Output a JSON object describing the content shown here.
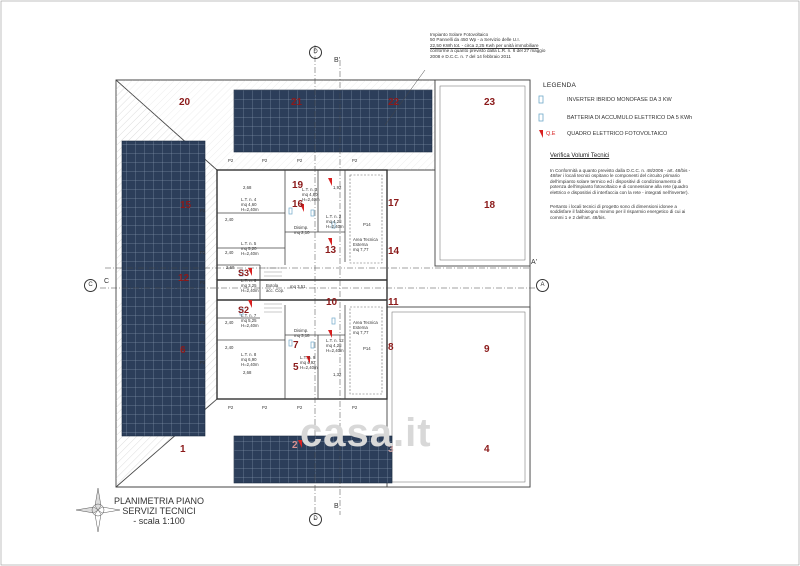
{
  "solar_note": {
    "lines": [
      "Impianto Solare Fotovoltaico",
      "50 Pannelli da 450 Wp - a Servizio delle U.I.",
      "22,50 KWh tot. - circa 2,25 Kwh per unità immobiliare",
      "conforme a quanto previsto dalla L.R. n. 6 del 27 maggio",
      "2008 e D.C.C. n. 7 del 14 febbraio 2011"
    ]
  },
  "legend": {
    "title": "LEGENDA",
    "items": [
      {
        "label": "INVERTER IBRIDO MONOFASE DA 3 KW",
        "icon": "inverter-icon",
        "color": "#6fa8c8"
      },
      {
        "label": "BATTERIA DI ACCUMULO ELETTRICO DA 5 KWh",
        "icon": "battery-icon",
        "color": "#6fa8c8"
      },
      {
        "label": "QUADRO ELETTRICO FOTOVOLTAICO",
        "icon": "panel-icon",
        "color": "#d82020",
        "prefix": "Q.E"
      }
    ]
  },
  "verifica": {
    "title": "Verifica Volumi Tecnici",
    "p1": [
      "In Conformità a quanto previsto dalla D.C.C. n. 48/2006 - art. 48/bis -",
      "48/ter i locali tecnici ospitano le componenti del circuito primario",
      "dell'impianto solare termico ed i dispositivi di condizionamento di",
      "potenza dell'impianto fotovoltaico e di connessione alla rete (quadro",
      "elettrico e dispositivi di interfaccia con la rete - integrati nell'inverter)."
    ],
    "p2": [
      "Pertanto i locali tecnici di progetto sono di dimensioni idonee a",
      "soddisfare il fabbisogno minimo per il risparmio energetico di cui ai",
      "commi 1 e 2 dell'art. 48/bis."
    ]
  },
  "title_block": {
    "line1": "PLANIMETRIA PIANO",
    "line2": "SERVIZI TECNICI",
    "line3": "- scala 1:100"
  },
  "section_marks": {
    "B_top": "B'",
    "B_bottom": "B",
    "A_right": "A'",
    "A_left": "A",
    "C_left": "C",
    "C_right": "C",
    "D_top": "D",
    "D_bottom": "D"
  },
  "numbers": [
    "20",
    "21",
    "22",
    "23",
    "15",
    "19",
    "16",
    "17",
    "18",
    "12",
    "13",
    "14",
    "10",
    "11",
    "6",
    "7",
    "5",
    "8",
    "9",
    "1",
    "2",
    "3",
    "4"
  ],
  "section_labels": [
    "S3",
    "S2"
  ],
  "rooms": [
    {
      "id": "lt4",
      "text": "L.T. n. 4\nmq 4,60\nH=2,40m"
    },
    {
      "id": "lt3",
      "text": "L.T. n. 3\nmq 4,80\nH=2,40m"
    },
    {
      "id": "lt2",
      "text": "L.T. n. 2\nmq 4,28\nH=2,40m"
    },
    {
      "id": "lt5",
      "text": "L.T. n. 5\nmq 5,20\nH=2,40m"
    },
    {
      "id": "lt6",
      "text": "L.T. n. 6\nmq 3,25\nH=2,40m"
    },
    {
      "id": "lt7",
      "text": "L.T. n. 7\nmq 5,25\nH=2,40m"
    },
    {
      "id": "lt8",
      "text": "L.T. n. 8\nmq 6,90\nH=2,40m"
    },
    {
      "id": "lt9",
      "text": "L.T. n. 9\nmq 4,92\nH=2,40m"
    },
    {
      "id": "lt12",
      "text": "L.T. n. 12\nmq 4,28\nH=2,40m"
    },
    {
      "id": "dis1",
      "text": "Disimp.\nmq 2,10"
    },
    {
      "id": "dis2",
      "text": "Disimp.\nmq 3,18"
    },
    {
      "id": "scala",
      "text": "mq 3,51"
    },
    {
      "id": "area1",
      "text": "Area Tecnica\nEsterna\nmq 7,77"
    },
    {
      "id": "area2",
      "text": "Area Tecnica\nEsterna\nmq 7,77"
    },
    {
      "id": "vano",
      "text": "Botola\nacc. Cop."
    }
  ],
  "dims": [
    "2,68",
    "1,92",
    "2,68",
    "2,68",
    "1,32",
    "2,40",
    "2,40",
    "2,40",
    "2,40"
  ],
  "plates": [
    "P2",
    "P2",
    "P2",
    "P2",
    "P2",
    "P2",
    "P2",
    "P14",
    "P14",
    "P2",
    "P2",
    "P2",
    "P2",
    "P2",
    "P2"
  ],
  "watermark": "casa.it"
}
